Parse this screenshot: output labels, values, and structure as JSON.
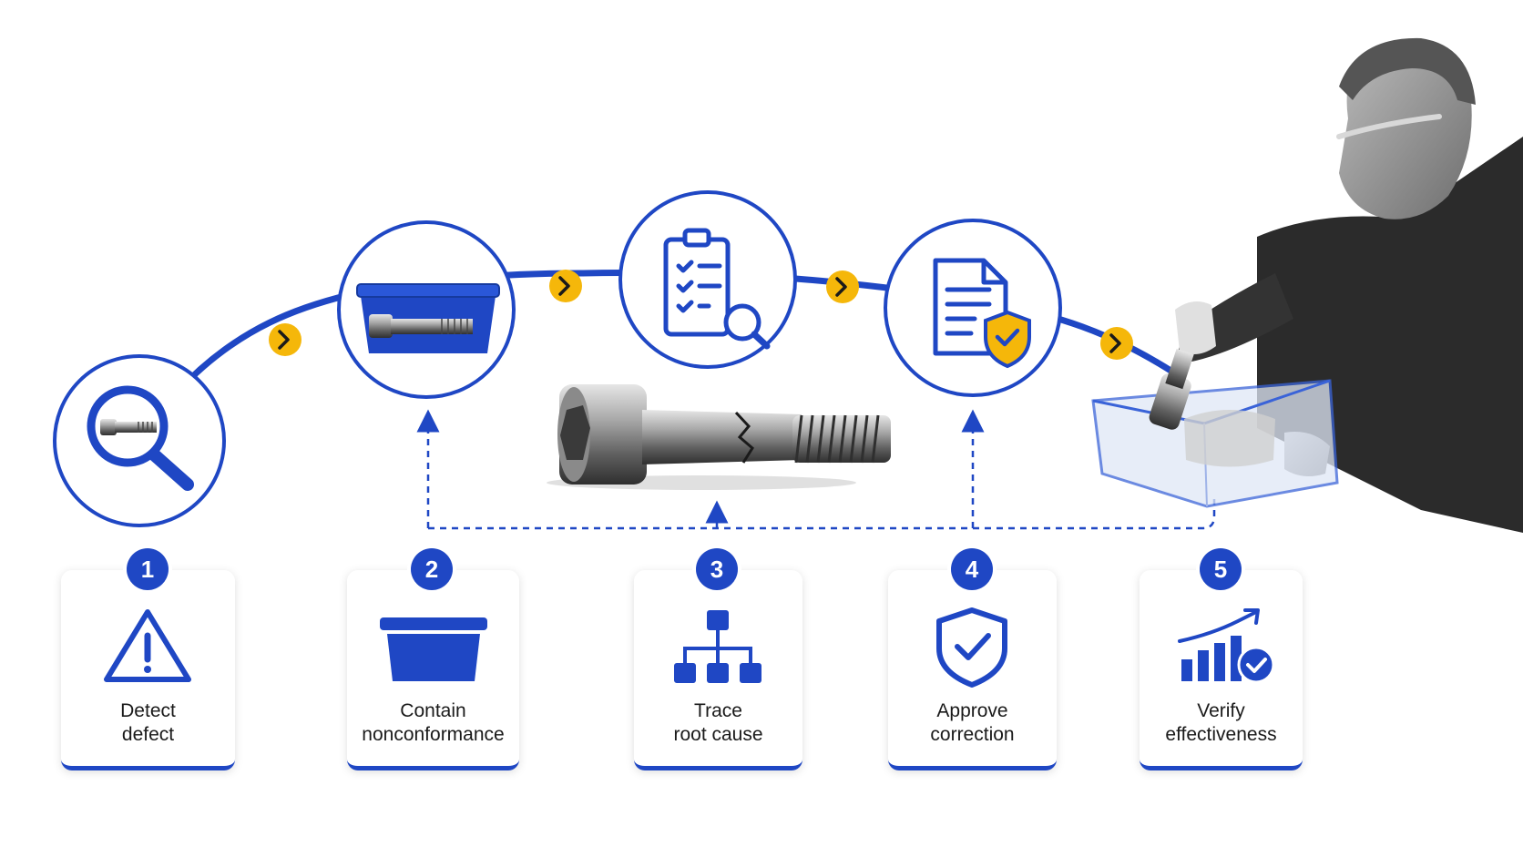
{
  "colors": {
    "accent": "#1f47c4",
    "highlight": "#f5b70a",
    "line": "#1f47c4"
  },
  "steps": [
    {
      "number": "1",
      "line1": "Detect",
      "line2": "defect",
      "icon": "warning-icon",
      "circle_icon": "magnifier-bolt-icon"
    },
    {
      "number": "2",
      "line1": "Contain",
      "line2": "nonconformance",
      "icon": "bin-icon",
      "circle_icon": "bin-bolt-icon"
    },
    {
      "number": "3",
      "line1": "Trace",
      "line2": "root cause",
      "icon": "hierarchy-icon",
      "circle_icon": "clipboard-search-icon"
    },
    {
      "number": "4",
      "line1": "Approve",
      "line2": "correction",
      "icon": "shield-check-icon",
      "circle_icon": "document-shield-icon"
    },
    {
      "number": "5",
      "line1": "Verify",
      "line2": "effectiveness",
      "icon": "growth-chart-check-icon",
      "circle_icon": "technician-photo"
    }
  ]
}
